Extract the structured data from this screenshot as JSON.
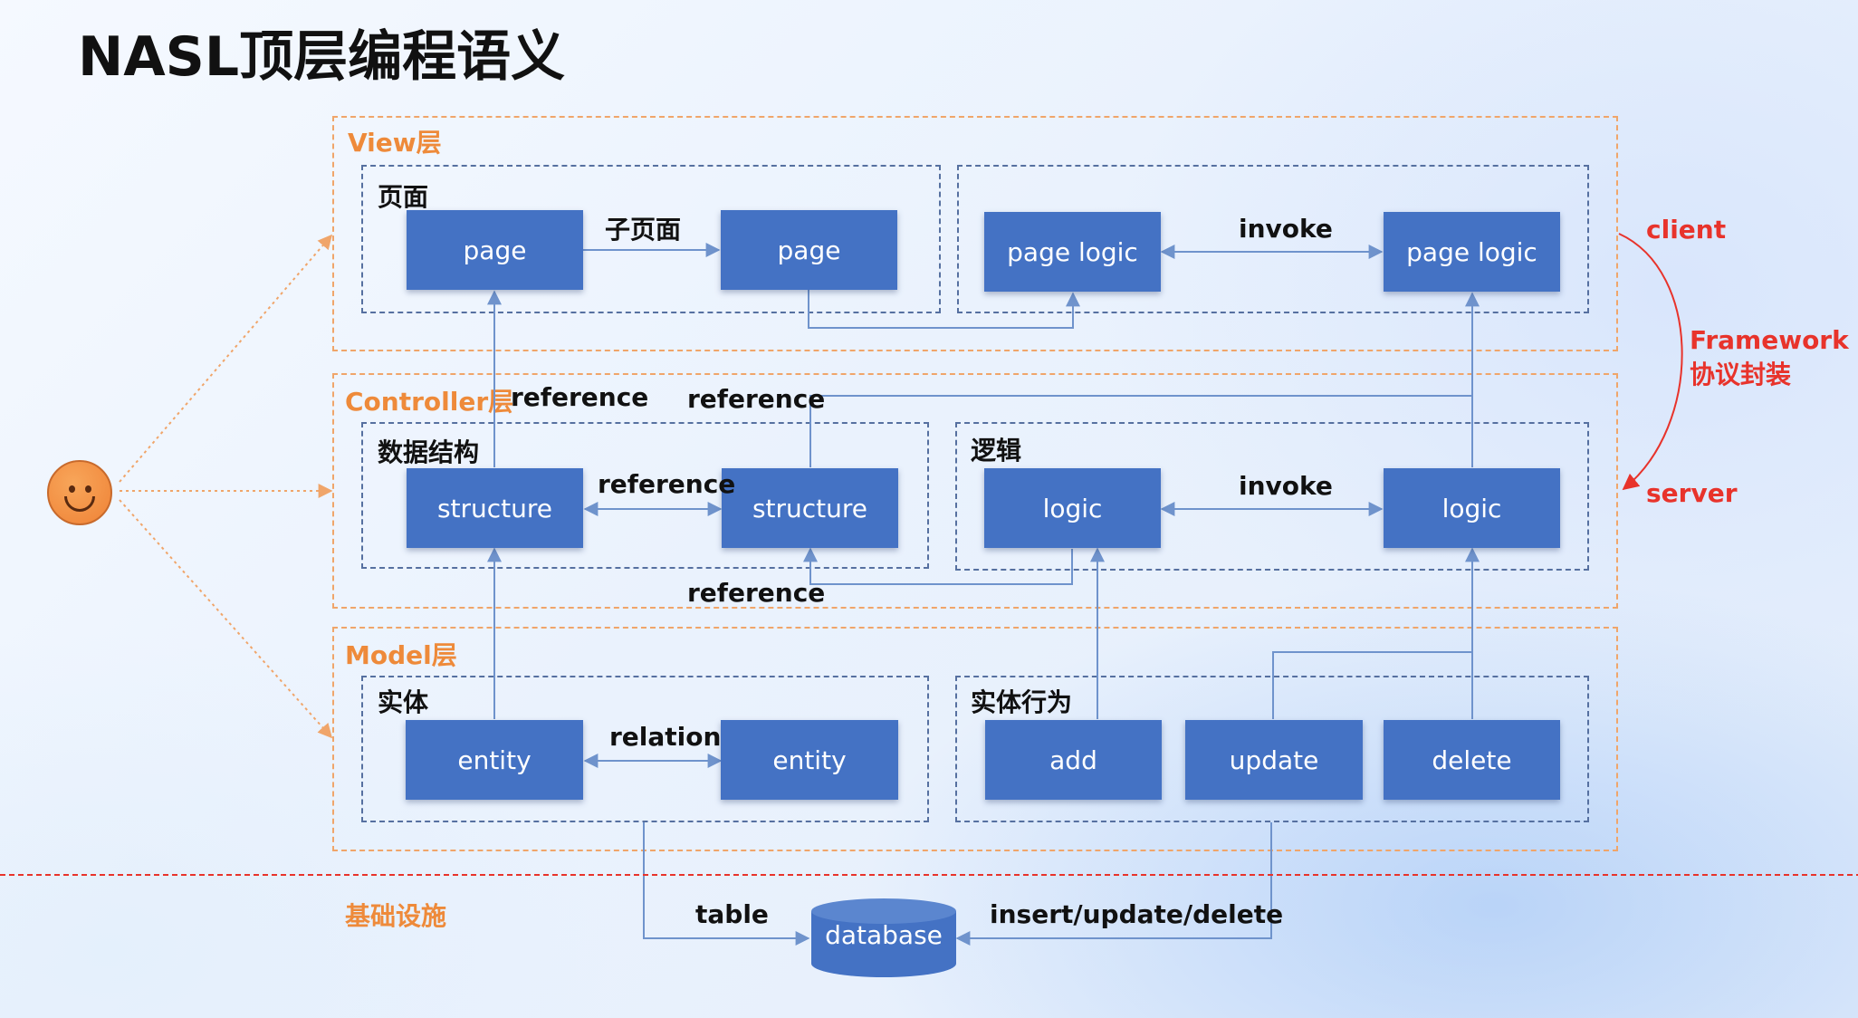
{
  "title": "NASL顶层编程语义",
  "layers": {
    "view": "View层",
    "controller": "Controller层",
    "model": "Model层"
  },
  "groups": {
    "page_group": "页面",
    "data_structure": "数据结构",
    "logic_group": "逻辑",
    "entity_group": "实体",
    "entity_behavior": "实体行为"
  },
  "nodes": {
    "page1": "page",
    "page2": "page",
    "page_logic1": "page logic",
    "page_logic2": "page logic",
    "structure1": "structure",
    "structure2": "structure",
    "logic1": "logic",
    "logic2": "logic",
    "entity1": "entity",
    "entity2": "entity",
    "add": "add",
    "update": "update",
    "delete": "delete",
    "database": "database"
  },
  "edge_labels": {
    "subpage": "子页面",
    "invoke_view": "invoke",
    "reference_controller": "reference",
    "reference_top": "reference",
    "reference_structures": "reference",
    "invoke_controller": "invoke",
    "reference_bottom": "reference",
    "relation": "relation",
    "table": "table",
    "crud": "insert/update/delete"
  },
  "side": {
    "client": "client",
    "framework": "Framework",
    "protocol": "协议封装",
    "server": "server"
  },
  "infrastructure": "基础设施",
  "colors": {
    "node_blue": "#4472c4",
    "layer_orange": "#f0a56a",
    "label_orange": "#ee8a3a",
    "accent_red": "#e8332b",
    "connector_blue": "#6f93cc"
  }
}
